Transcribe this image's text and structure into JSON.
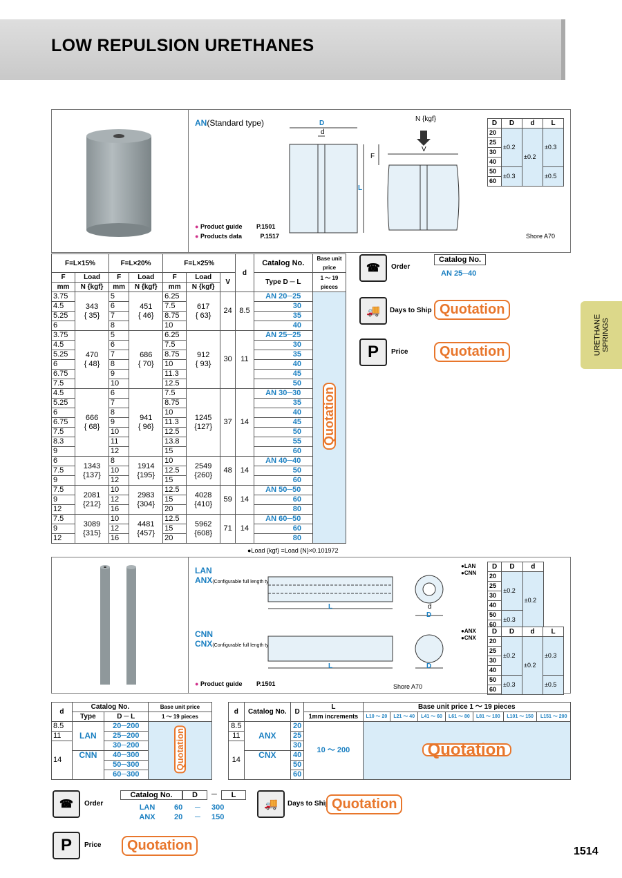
{
  "header": {
    "title": "LOW REPULSION URETHANES"
  },
  "side_tab": {
    "line1": "URETHANE",
    "line2": "SPRINGS"
  },
  "page_number": "1514",
  "an": {
    "type_label": "AN",
    "type_desc": "(Standard type)",
    "d_upper": "D",
    "d_lower": "d",
    "n_kgf": "N {kgf}",
    "f": "F",
    "l": "L",
    "v": "V",
    "product_guide": "Product guide",
    "product_guide_page": "P.1501",
    "products_data": "Products data",
    "products_data_page": "P.1517",
    "shore": "Shore A70",
    "tol_head": [
      "D",
      "D",
      "d",
      "L"
    ],
    "tol_rows": [
      "20",
      "25",
      "30",
      "40",
      "50",
      "60"
    ],
    "tol_d1": "±0.2",
    "tol_d2": "±0.3",
    "tol_dd": "±0.2",
    "tol_l1": "±0.3",
    "tol_l2": "±0.5"
  },
  "main_table": {
    "h_f15": "F=L×15%",
    "h_f20": "F=L×20%",
    "h_f25": "F=L×25%",
    "h_fmm": "F",
    "h_mm": "mm",
    "h_load": "Load",
    "h_nkgf": "N {kgf}",
    "h_v": "V",
    "h_d": "d",
    "h_catalog": "Catalog No.",
    "h_type": "Type D ─ L",
    "h_base": "Base unit price",
    "h_pieces": "1 ～ 19 pieces",
    "quotation": "Quotation",
    "groups": [
      {
        "f15": [
          "3.75",
          "4.5",
          "5.25",
          "6"
        ],
        "load15": "343",
        "kgf15": "{ 35}",
        "f20": [
          "5",
          "6",
          "7",
          "8"
        ],
        "load20": "451",
        "kgf20": "{ 46}",
        "f25": [
          "6.25",
          "7.5",
          "8.75",
          "10"
        ],
        "load25": "617",
        "kgf25": "{ 63}",
        "v": "24",
        "d": "8.5",
        "cat": "AN 20─25",
        "ls": [
          "30",
          "35",
          "40"
        ]
      },
      {
        "f15": [
          "3.75",
          "4.5",
          "5.25",
          "6",
          "6.75",
          "7.5"
        ],
        "load15": "470",
        "kgf15": "{ 48}",
        "f20": [
          "5",
          "6",
          "7",
          "8",
          "9",
          "10"
        ],
        "load20": "686",
        "kgf20": "{ 70}",
        "f25": [
          "6.25",
          "7.5",
          "8.75",
          "10",
          "11.3",
          "12.5"
        ],
        "load25": "912",
        "kgf25": "{ 93}",
        "v": "30",
        "d": "11",
        "cat": "AN 25─25",
        "ls": [
          "30",
          "35",
          "40",
          "45",
          "50"
        ]
      },
      {
        "f15": [
          "4.5",
          "5.25",
          "6",
          "6.75",
          "7.5",
          "8.3",
          "9"
        ],
        "load15": "666",
        "kgf15": "{ 68}",
        "f20": [
          "6",
          "7",
          "8",
          "9",
          "10",
          "11",
          "12"
        ],
        "load20": "941",
        "kgf20": "{ 96}",
        "f25": [
          "7.5",
          "8.75",
          "10",
          "11.3",
          "12.5",
          "13.8",
          "15"
        ],
        "load25": "1245",
        "kgf25": "{127}",
        "v": "37",
        "d": "14",
        "cat": "AN 30─30",
        "ls": [
          "35",
          "40",
          "45",
          "50",
          "55",
          "60"
        ]
      },
      {
        "f15": [
          "6",
          "7.5",
          "9"
        ],
        "load15": "1343",
        "kgf15": "{137}",
        "f20": [
          "8",
          "10",
          "12"
        ],
        "load20": "1914",
        "kgf20": "{195}",
        "f25": [
          "10",
          "12.5",
          "15"
        ],
        "load25": "2549",
        "kgf25": "{260}",
        "v": "48",
        "d": "14",
        "cat": "AN 40─40",
        "ls": [
          "50",
          "60"
        ]
      },
      {
        "f15": [
          "7.5",
          "9",
          "12"
        ],
        "load15": "2081",
        "kgf15": "{212}",
        "f20": [
          "10",
          "12",
          "16"
        ],
        "load20": "2983",
        "kgf20": "{304}",
        "f25": [
          "12.5",
          "15",
          "20"
        ],
        "load25": "4028",
        "kgf25": "{410}",
        "v": "59",
        "d": "14",
        "cat": "AN 50─50",
        "ls": [
          "60",
          "80"
        ]
      },
      {
        "f15": [
          "7.5",
          "9",
          "12"
        ],
        "load15": "3089",
        "kgf15": "{315}",
        "f20": [
          "10",
          "12",
          "16"
        ],
        "load20": "4481",
        "kgf20": "{457}",
        "f25": [
          "12.5",
          "15",
          "20"
        ],
        "load25": "5962",
        "kgf25": "{608}",
        "v": "71",
        "d": "14",
        "cat": "AN 60─50",
        "ls": [
          "60",
          "80"
        ]
      }
    ],
    "note": "●Load {kgf} =Load {N}×0.101972"
  },
  "order1": {
    "order": "Order",
    "catalog_no": "Catalog No.",
    "example": "AN 25─40",
    "days_to_ship": "Days to Ship",
    "price": "Price",
    "quotation": "Quotation"
  },
  "lan": {
    "lan": "LAN",
    "anx": "ANX",
    "cfg": "(Configurable full length type)",
    "cnn": "CNN",
    "cnx": "CNX",
    "l": "L",
    "d_lower": "d",
    "d_upper": "D",
    "product_guide": "Product guide",
    "product_guide_page": "P.1501",
    "shore": "Shore A70",
    "legend1a": "●LAN",
    "legend1b": "●CNN",
    "legend2a": "●ANX",
    "legend2b": "●CNX",
    "tol1_head": [
      "D",
      "D",
      "d"
    ],
    "tol2_head": [
      "D",
      "D",
      "d",
      "L"
    ],
    "tol_rows": [
      "20",
      "25",
      "30",
      "40",
      "50",
      "60"
    ],
    "tol_d1": "±0.2",
    "tol_d2": "±0.3",
    "tol_dd": "±0.2",
    "tol_l1": "±0.3",
    "tol_l2": "±0.5"
  },
  "table2": {
    "h_d": "d",
    "h_catalog": "Catalog No.",
    "h_type": "Type",
    "h_dl": "D ─ L",
    "h_base": "Base unit price",
    "h_pieces": "1 ～ 19 pieces",
    "d_vals": [
      "8.5",
      "11",
      "14"
    ],
    "types": [
      "LAN",
      "CNN"
    ],
    "dl": [
      "20─200",
      "25─200",
      "30─200",
      "40─300",
      "50─300",
      "60─300"
    ],
    "quotation": "Quotation"
  },
  "table3": {
    "h_d": "d",
    "h_catalog": "Catalog No.",
    "h_D": "D",
    "h_L": "L",
    "h_inc": "1mm increments",
    "h_base": "Base unit price 1 ～ 19 pieces",
    "ranges": [
      "L10 ～ 20",
      "L21 ～ 40",
      "L41 ～ 60",
      "L61 ～ 80",
      "L81 ～ 100",
      "L101 ～ 150",
      "L151 ～ 200"
    ],
    "d_vals": [
      "8.5",
      "11",
      "14"
    ],
    "types": [
      "ANX",
      "CNX"
    ],
    "D_vals": [
      "20",
      "25",
      "30",
      "40",
      "50",
      "60"
    ],
    "l_range": "10 ～ 200",
    "quotation": "Quotation"
  },
  "order2": {
    "order": "Order",
    "catalog_no": "Catalog No.",
    "D": "D",
    "L": "L",
    "dash": "─",
    "r1": [
      "LAN",
      "60",
      "─",
      "300"
    ],
    "r2": [
      "ANX",
      "20",
      "─",
      "150"
    ],
    "days_to_ship": "Days to Ship",
    "price": "Price",
    "quotation": "Quotation"
  }
}
